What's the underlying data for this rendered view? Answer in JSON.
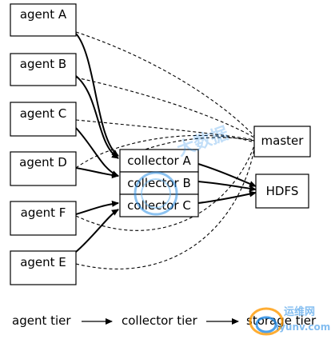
{
  "agents": {
    "a": "agent A",
    "b": "agent B",
    "c": "agent C",
    "d": "agent D",
    "f": "agent F",
    "e": "agent E"
  },
  "collectors": {
    "a": "collector A",
    "b": "collector B",
    "c": "collector C"
  },
  "master": "master",
  "hdfs": "HDFS",
  "legend": {
    "agent_tier": "agent tier",
    "collector_tier": "collector tier",
    "storage_tier": "storage tier"
  },
  "watermark": {
    "logo_text": "大数据",
    "site_name": "运维网",
    "site_url": "iyunv.com"
  }
}
